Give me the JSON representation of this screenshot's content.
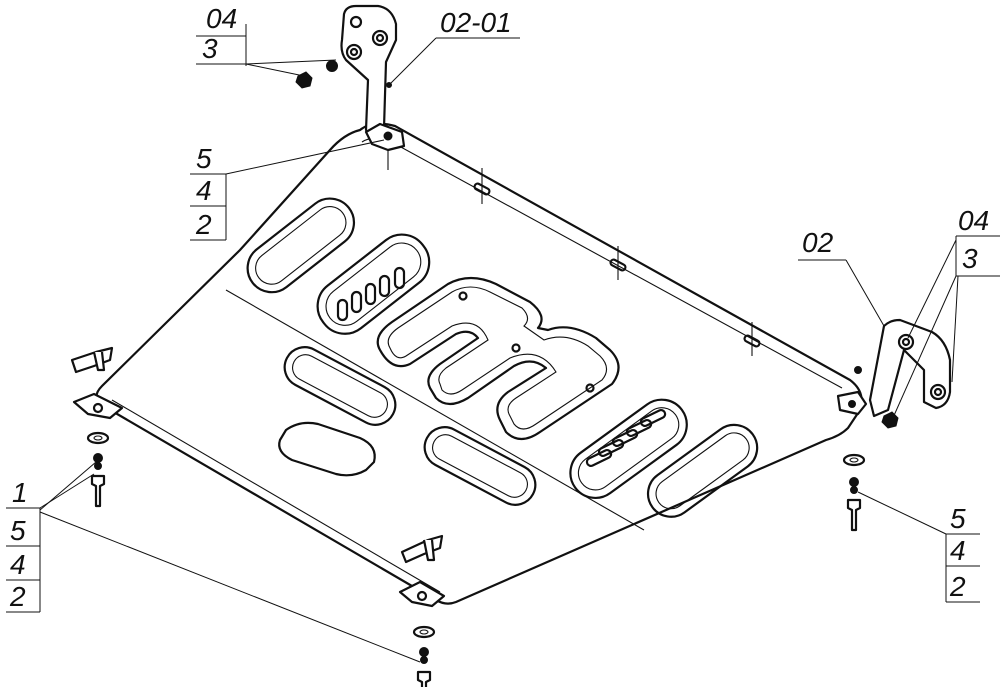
{
  "callouts": {
    "bracket_left_top": "04",
    "bracket_left_bottom": "3",
    "bracket_left_part": "02-01",
    "front_mount_top": "5",
    "front_mount_mid": "4",
    "front_mount_bottom": "2",
    "bracket_right_top": "04",
    "bracket_right_bottom": "3",
    "bracket_right_part": "02",
    "right_bolt_top": "5",
    "right_bolt_mid": "4",
    "right_bolt_bottom": "2",
    "left_bolt_1": "1",
    "left_bolt_5": "5",
    "left_bolt_4": "4",
    "left_bolt_2": "2"
  }
}
